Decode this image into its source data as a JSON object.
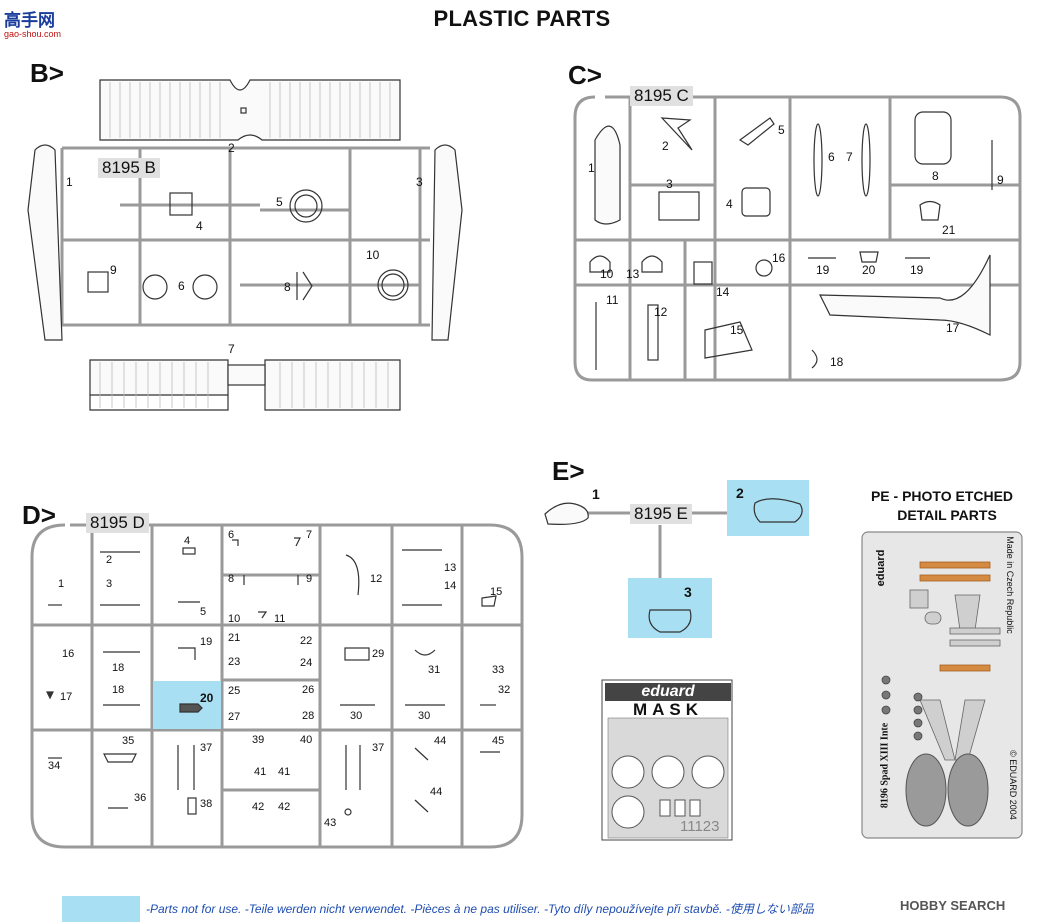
{
  "page": {
    "title": "PLASTIC PARTS",
    "logo_text": "高手网",
    "logo_sub": "gao-shou.com",
    "watermark": "HOBBY SEARCH"
  },
  "colors": {
    "highlight": "#a8dff2",
    "sprue": "#9a9a9a",
    "code_bg": "#e0e0e0",
    "note_text": "#1e4db0"
  },
  "sprue_b": {
    "label": "B>",
    "code": "8195 B",
    "parts": [
      {
        "id": "1",
        "label": "1"
      },
      {
        "id": "2",
        "label": "2"
      },
      {
        "id": "3",
        "label": "3"
      },
      {
        "id": "4",
        "label": "4"
      },
      {
        "id": "5",
        "label": "5"
      },
      {
        "id": "6",
        "label": "6"
      },
      {
        "id": "7",
        "label": "7"
      },
      {
        "id": "8",
        "label": "8"
      },
      {
        "id": "9",
        "label": "9"
      },
      {
        "id": "10",
        "label": "10"
      }
    ]
  },
  "sprue_c": {
    "label": "C>",
    "code": "8195 C",
    "parts": [
      "1",
      "2",
      "3",
      "4",
      "5",
      "6",
      "7",
      "8",
      "9",
      "10",
      "11",
      "12",
      "13",
      "14",
      "15",
      "16",
      "17",
      "18",
      "19",
      "19",
      "20",
      "21"
    ]
  },
  "sprue_d": {
    "label": "D>",
    "code": "8195 D",
    "highlighted_part": "20",
    "parts": [
      "1",
      "2",
      "3",
      "4",
      "5",
      "6",
      "7",
      "8",
      "9",
      "10",
      "11",
      "12",
      "13",
      "14",
      "15",
      "16",
      "17",
      "18",
      "18",
      "19",
      "20",
      "21",
      "22",
      "23",
      "24",
      "25",
      "26",
      "27",
      "28",
      "29",
      "30",
      "30",
      "31",
      "32",
      "33",
      "34",
      "35",
      "36",
      "37",
      "37",
      "38",
      "39",
      "40",
      "41",
      "41",
      "42",
      "42",
      "43",
      "44",
      "44",
      "45"
    ]
  },
  "sprue_e": {
    "label": "E>",
    "code": "8195 E",
    "parts": [
      {
        "id": "1",
        "label": "1",
        "not_for_use": false
      },
      {
        "id": "2",
        "label": "2",
        "not_for_use": true
      },
      {
        "id": "3",
        "label": "3",
        "not_for_use": true
      }
    ]
  },
  "pe": {
    "title_line1": "PE - PHOTO ETCHED",
    "title_line2": "DETAIL PARTS",
    "brand": "eduard",
    "side_text": "8196 Spad XIII Inte",
    "made_in": "Made in Czech Republic",
    "copyright": "© EDUARD 2004"
  },
  "mask": {
    "brand": "eduard",
    "label": "MASK",
    "number": "11123"
  },
  "legend": {
    "note": "-Parts not for use. -Teile werden nicht verwendet. -Pièces à ne pas utiliser. -Tyto díly nepoužívejte při stavbě. -使用しない部品"
  }
}
